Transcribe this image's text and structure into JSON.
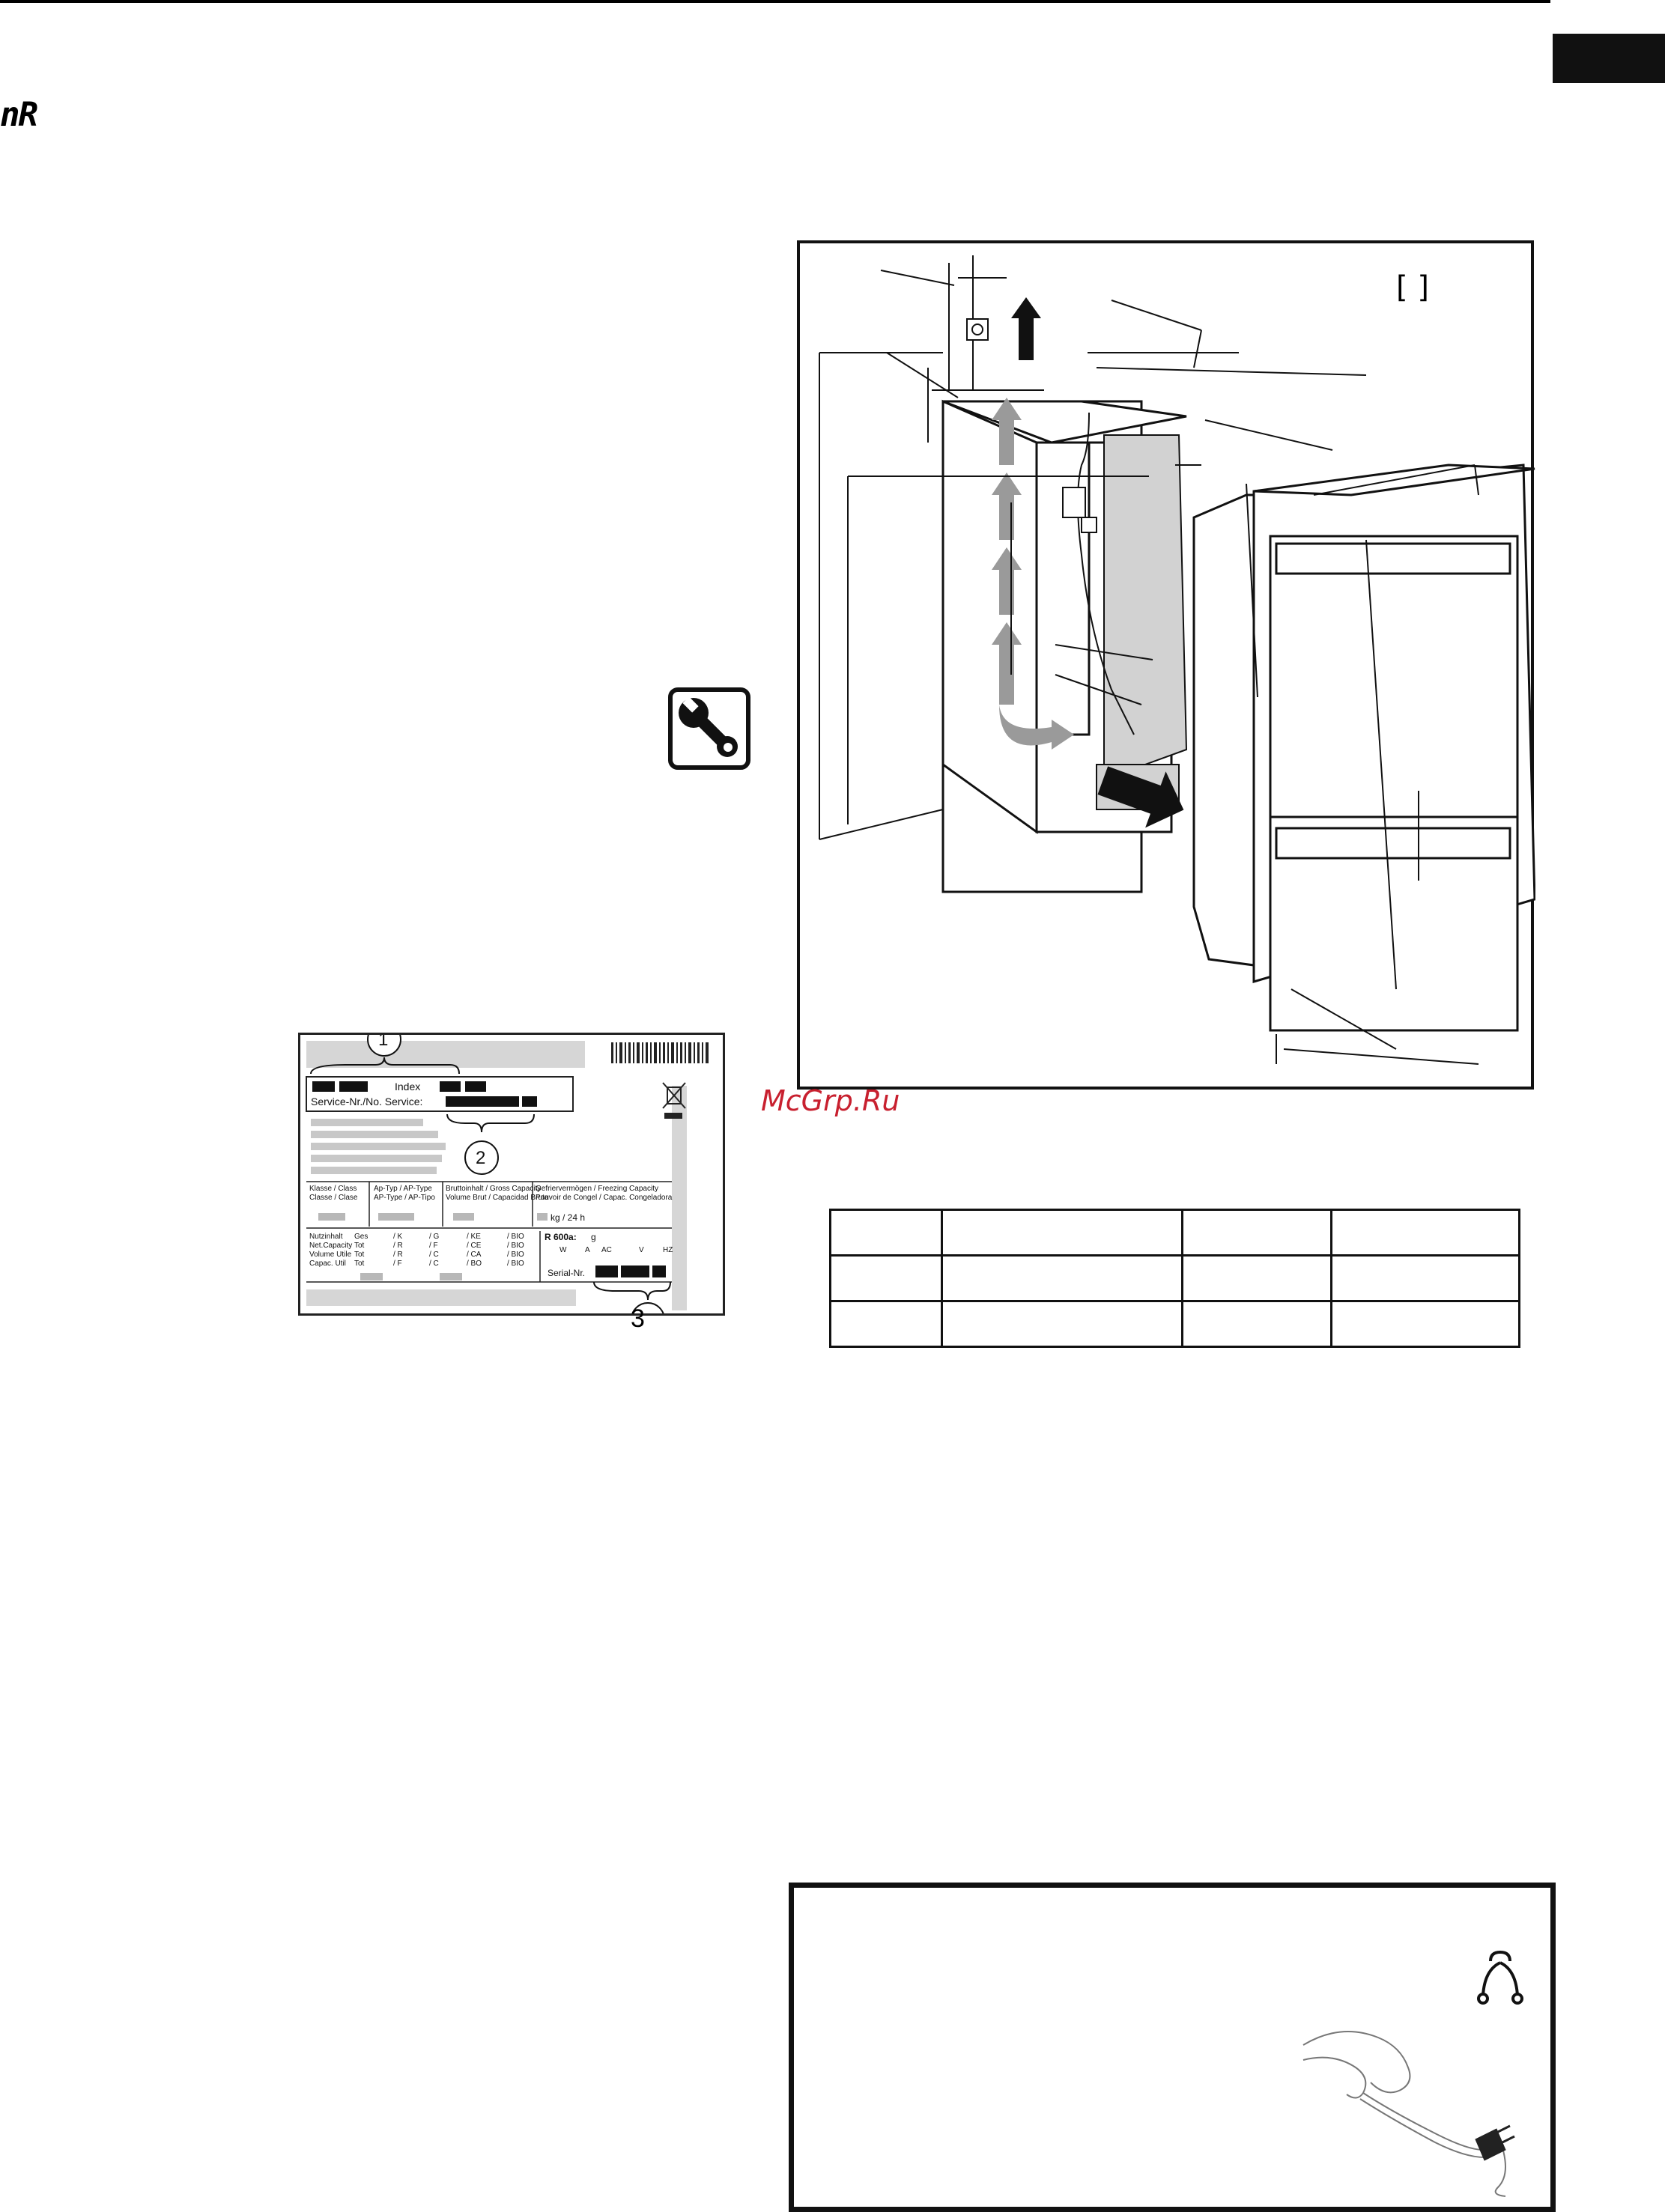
{
  "header": {
    "lcd_glyph": "nR"
  },
  "watermark": "McGrp.Ru",
  "figure": {
    "bracket_label": "[      ]"
  },
  "rating_plate": {
    "index_label": "Index",
    "service_label": "Service-Nr./No. Service:",
    "callouts": [
      "1",
      "2",
      "3"
    ],
    "col_class": [
      "Klasse / Class",
      "Classe / Clase"
    ],
    "col_type": [
      "Ap-Typ / AP-Type",
      "AP-Type / AP-Tipo"
    ],
    "col_gross": [
      "Bruttoinhalt / Gross Capacity",
      "Volume Brut / Capacidad Bruta"
    ],
    "col_freeze": [
      "Gefriervermögen / Freezing Capacity",
      "Pouvoir de Congel / Capac. Congeladora"
    ],
    "freeze_unit": "kg / 24 h",
    "net_labels": [
      "Nutzinhalt",
      "Net.Capacity",
      "Volume Utile",
      "Capac. Util"
    ],
    "net_mid": [
      "Ges",
      "Tot",
      "Tot",
      "Tot"
    ],
    "net_k": [
      "/ K",
      "/ R",
      "/ R",
      "/ F"
    ],
    "net_g": [
      "/ G",
      "/ F",
      "/ C",
      "/ C"
    ],
    "net_ke": [
      "/ KE",
      "/ CE",
      "/ CA",
      "/ BO"
    ],
    "net_bio": [
      "/ BIO",
      "/ BIO",
      "/ BIO",
      "/ BIO"
    ],
    "refrigerant": "R 600a:",
    "refrigerant_unit": "g",
    "elec_w": "W",
    "elec_a": "A",
    "elec_ac": "AC",
    "elec_v": "V",
    "elec_hz": "HZ",
    "serial_label": "Serial-Nr."
  },
  "spec_table": {
    "rows": [
      [
        "",
        "",
        "",
        ""
      ],
      [
        "",
        "",
        "",
        ""
      ],
      [
        "",
        "",
        "",
        ""
      ]
    ]
  },
  "colors": {
    "watermark": "#c8202f",
    "plate_gray": "#d6d6d6",
    "arrow_gray": "#9a9a9a",
    "cabinet_inner": "#d2d2d2"
  },
  "icons": [
    "wrench-icon",
    "plug-icon",
    "hand-plug-icon"
  ]
}
